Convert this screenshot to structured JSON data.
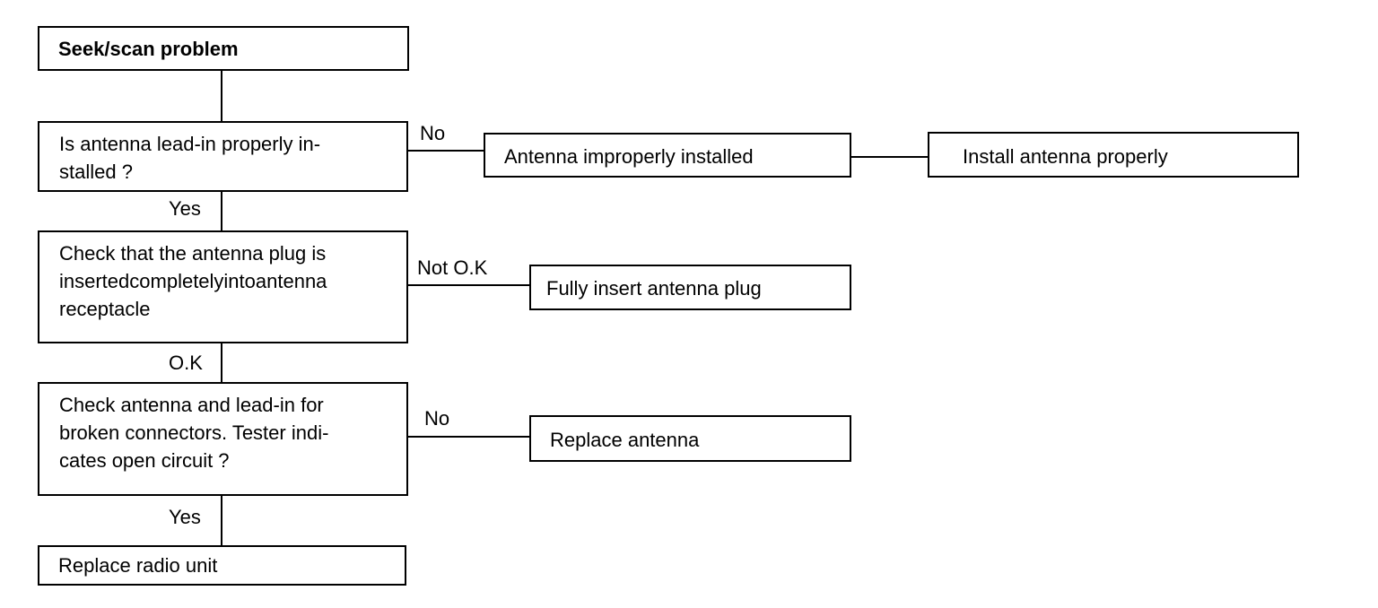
{
  "flowchart": {
    "start": "Seek/scan problem",
    "q1": {
      "lines": [
        "Is antenna lead-in properly in-",
        "stalled ?"
      ]
    },
    "q1_no_label": "No",
    "q1_yes_label": "Yes",
    "r1": "Antenna improperly installed",
    "a1": "Install antenna properly",
    "q2": {
      "lines": [
        "Check that the antenna plug is",
        "insertedcompletelyintoantenna",
        "receptacle"
      ]
    },
    "q2_notok_label": "Not O.K",
    "q2_ok_label": "O.K",
    "a2": "Fully insert antenna plug",
    "q3": {
      "lines": [
        "Check antenna and lead-in for",
        "broken connectors. Tester indi-",
        "cates open circuit ?"
      ]
    },
    "q3_no_label": "No",
    "q3_yes_label": "Yes",
    "a3": "Replace antenna",
    "end": "Replace radio unit"
  }
}
